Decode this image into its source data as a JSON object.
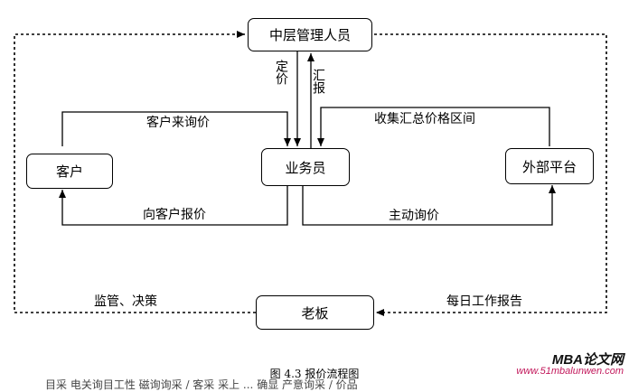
{
  "diagram": {
    "nodes": {
      "middle_manager": "中层管理人员",
      "salesperson": "业务员",
      "customer": "客户",
      "external_platform": "外部平台",
      "boss": "老板"
    },
    "edges": {
      "pricing": "定价",
      "report": "汇报",
      "customer_inquiry": "客户来询价",
      "collect_price_range": "收集汇总价格区间",
      "quote_to_customer": "向客户报价",
      "active_inquiry": "主动询价",
      "supervise_decide": "监管、决策",
      "daily_report": "每日工作报告"
    }
  },
  "caption": "图 4.3 报价流程图",
  "watermark": {
    "brand": "MBA论文网",
    "url": "www.51mbalunwen.com"
  },
  "cutoff_text": "目采   电关询目工性   磁询询采 / 客采 采上 ... 确显 产意询采 / 价品"
}
